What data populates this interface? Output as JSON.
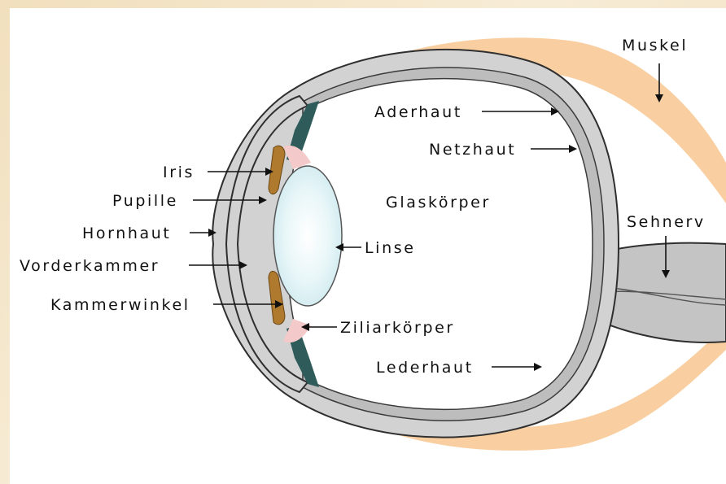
{
  "labels": {
    "muskel": "Muskel",
    "aderhaut": "Aderhaut",
    "netzhaut": "Netzhaut",
    "iris": "Iris",
    "pupille": "Pupille",
    "glaskoerper": "Glaskörper",
    "hornhaut": "Hornhaut",
    "sehnerv": "Sehnerv",
    "linse": "Linse",
    "vorderkammer": "Vorderkammer",
    "kammerwinkel": "Kammerwinkel",
    "ziliarkoerper": "Ziliarkörper",
    "lederhaut": "Lederhaut"
  },
  "colors": {
    "frame": "#f3e4c6",
    "muscle": "#f9cfa2",
    "sclera": "#d2d2d2",
    "sclera_outline": "#2f2f2f",
    "ciliary": "#2f5b5a",
    "iris": "#b07a2e",
    "lens": "#dff3f6",
    "lens_highlight": "#ffffff",
    "zonule": "#f4c9c9",
    "optic_nerve": "#c4c4c4"
  }
}
